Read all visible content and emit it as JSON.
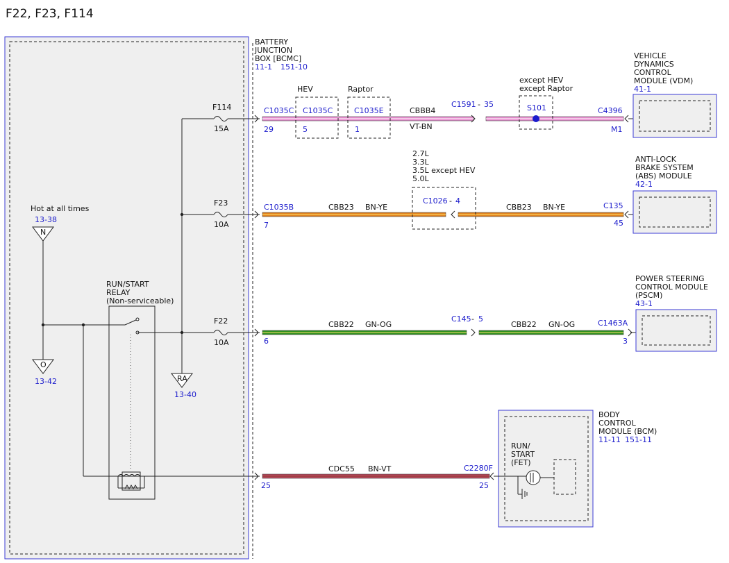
{
  "title": "F22, F23, F114",
  "colors": {
    "wire_pink": "#e98fd0",
    "wire_orange": "#e0821e",
    "wire_green": "#2f8f1f",
    "wire_red": "#b8475c",
    "connector_blue": "#1c1ccc",
    "module_border": "#3b3bd6"
  },
  "bjb": {
    "label": [
      "BATTERY",
      "JUNCTION",
      "BOX [BCMC]"
    ],
    "ref1": "11-1",
    "ref2": "151-10"
  },
  "hot": {
    "label": "Hot at all times",
    "ref": "13-38",
    "node_n": "N",
    "node_o": "O",
    "ref_o": "13-42"
  },
  "relay": {
    "label": [
      "RUN/START",
      "RELAY",
      "(Non-serviceable)"
    ],
    "node_ra": "RA",
    "ref_ra": "13-40"
  },
  "fuses": {
    "f114": {
      "name": "F114",
      "amp": "15A"
    },
    "f23": {
      "name": "F23",
      "amp": "10A"
    },
    "f22": {
      "name": "F22",
      "amp": "10A"
    }
  },
  "circuit1": {
    "conn": "C1035C",
    "pin": "29",
    "hev_label": "HEV",
    "hev_conn": "C1035C",
    "hev_pin": "5",
    "raptor_label": "Raptor",
    "raptor_conn": "C1035E",
    "raptor_pin": "1",
    "circuit": "CBBB4",
    "color": "VT-BN",
    "inline": "C1591",
    "inline_pin": "35",
    "splice_note": [
      "except HEV",
      "except Raptor"
    ],
    "splice": "S101",
    "dest_conn": "C4396",
    "dest_pin": "M1",
    "module": [
      "VEHICLE",
      "DYNAMICS",
      "CONTROL",
      "MODULE (VDM)"
    ],
    "module_ref": "41-1"
  },
  "circuit2": {
    "conn": "C1035B",
    "pin": "7",
    "circuit": "CBB23",
    "color": "BN-YE",
    "inline_note": [
      "2.7L",
      "3.3L",
      "3.5L except HEV",
      "5.0L"
    ],
    "inline": "C1026",
    "inline_pin": "4",
    "circuit_b": "CBB23",
    "color_b": "BN-YE",
    "dest_conn": "C135",
    "dest_pin": "45",
    "module": [
      "ANTI-LOCK",
      "BRAKE SYSTEM",
      "(ABS) MODULE"
    ],
    "module_ref": "42-1"
  },
  "circuit3": {
    "pin": "6",
    "circuit": "CBB22",
    "color": "GN-OG",
    "inline": "C145",
    "inline_pin": "5",
    "circuit_b": "CBB22",
    "color_b": "GN-OG",
    "dest_conn": "C1463A",
    "dest_pin": "3",
    "module": [
      "POWER STEERING",
      "CONTROL MODULE",
      "(PSCM)"
    ],
    "module_ref": "43-1"
  },
  "circuit4": {
    "pin": "25",
    "circuit": "CDC55",
    "color": "BN-VT",
    "dest_conn": "C2280F",
    "dest_pin": "25",
    "module": [
      "BODY",
      "CONTROL",
      "MODULE (BCM)"
    ],
    "module_ref1": "11-11",
    "module_ref2": "151-11",
    "fet_label": [
      "RUN/",
      "START",
      "(FET)"
    ]
  },
  "dash_sep": "-"
}
